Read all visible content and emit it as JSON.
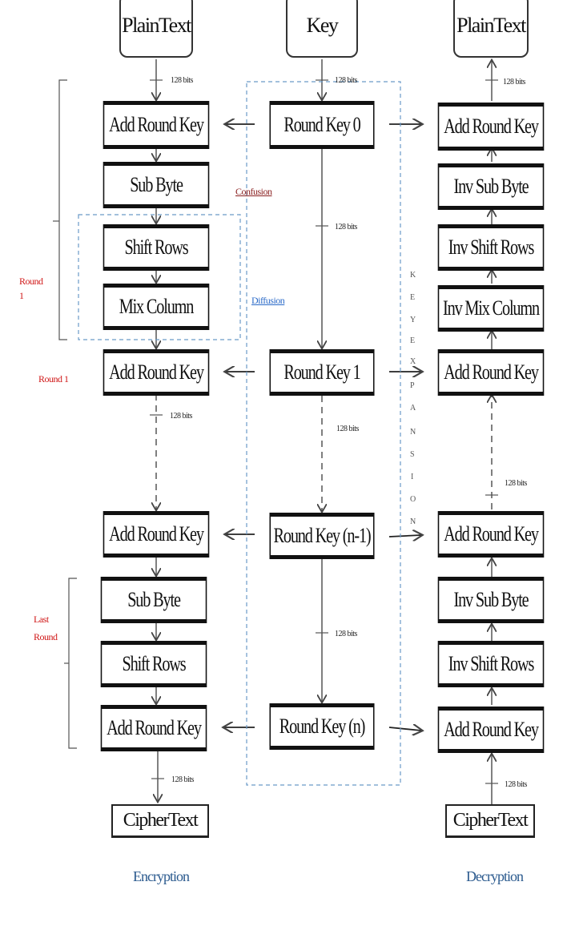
{
  "diagram": {
    "type": "flowchart",
    "title": "AES Encryption and Decryption",
    "top_nodes": {
      "enc_plaintext": "PlainText",
      "key": "Key",
      "dec_plaintext": "PlainText"
    },
    "bit_label": "128 bits",
    "encryption": {
      "caption": "Encryption",
      "steps": [
        "Add Round Key",
        "Sub Byte",
        "Shift Rows",
        "Mix Column",
        "Add Round Key",
        "Add Round Key",
        "Sub Byte",
        "Shift Rows",
        "Add Round Key"
      ],
      "output": "CipherText"
    },
    "key_schedule": {
      "round_keys": [
        "Round Key 0",
        "Round Key 1",
        "Round Key (n-1)",
        "Round Key (n)"
      ],
      "vertical_label": [
        "K",
        "E",
        "Y",
        "E",
        "X",
        "P",
        "A",
        "N",
        "S",
        "I",
        "O",
        "N"
      ]
    },
    "decryption": {
      "caption": "Decryption",
      "steps": [
        "Add Round Key",
        "Inv Sub Byte",
        "Inv Shift Rows",
        "Inv Mix Column",
        "Add Round Key",
        "Add Round Key",
        "Inv Sub Byte",
        "Inv Shift Rows",
        "Add Round Key"
      ],
      "input": "CipherText"
    },
    "annotations": {
      "confusion": "Confusion",
      "diffusion": "Diffusion",
      "round1_bracket": "Round 1",
      "round1_left": "Round 1",
      "last_round": "Last Round"
    },
    "colors": {
      "round_label": "#d01818",
      "confusion": "#8a2020",
      "diffusion": "#2a6ac8",
      "caption": "#2b5a8e",
      "dashed_region": "#6a9ac8"
    }
  }
}
